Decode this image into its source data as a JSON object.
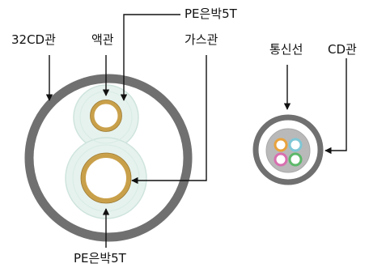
{
  "labels": {
    "pe_top": "PE은박5T",
    "cd32": "32CD관",
    "liquid_pipe": "액관",
    "gas_pipe": "가스관",
    "comm_line": "통신선",
    "cd_pipe": "CD관",
    "pe_bottom": "PE은박5T"
  },
  "colors": {
    "outer_conduit": "#707070",
    "pe_foil_fill": "#e6f2ee",
    "pe_foil_edge": "#cfe4de",
    "copper_pipe": "#c9a04a",
    "copper_pipe_edge": "#9c7a33",
    "leader_line": "#111111",
    "comm_core_fill": "#b9b9b9",
    "wire_orange": "#e8a23c",
    "wire_blue": "#7fc7d6",
    "wire_pink": "#d86fb0",
    "wire_green": "#5cb86a"
  }
}
